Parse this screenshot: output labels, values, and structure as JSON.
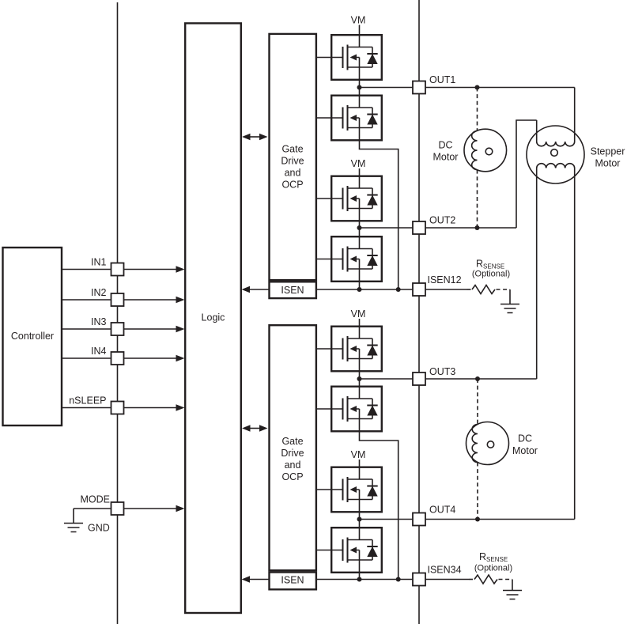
{
  "blocks": {
    "controller": "Controller",
    "logic": "Logic",
    "gate_drive": {
      "line1": "Gate",
      "line2": "Drive",
      "line3": "and",
      "line4": "OCP"
    },
    "isen": "ISEN"
  },
  "pins": {
    "in1": "IN1",
    "in2": "IN2",
    "in3": "IN3",
    "in4": "IN4",
    "nsleep": "nSLEEP",
    "mode": "MODE",
    "gnd": "GND",
    "out1": "OUT1",
    "out2": "OUT2",
    "out3": "OUT3",
    "out4": "OUT4",
    "isen12": "ISEN12",
    "isen34": "ISEN34"
  },
  "net_labels": {
    "vm": "VM"
  },
  "motors": {
    "dc_top": {
      "line1": "DC",
      "line2": "Motor"
    },
    "dc_bottom": {
      "line1": "DC",
      "line2": "Motor"
    },
    "stepper": {
      "line1": "Stepper",
      "line2": "Motor"
    }
  },
  "rsense": {
    "name": "R",
    "subscript": "SENSE",
    "note": "(Optional)"
  },
  "colors": {
    "ink": "#231f20",
    "background": "#ffffff"
  }
}
